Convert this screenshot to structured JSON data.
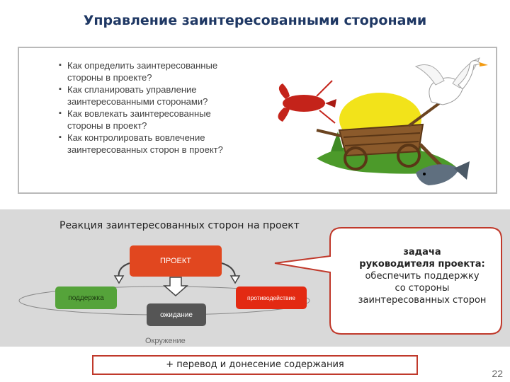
{
  "slide": {
    "title": "Управление заинтересованными сторонами",
    "questions": [
      "Как определить заинтересованные стороны в проекте?",
      "Как спланировать управление заинтересованными сторонами?",
      "Как вовлекать заинтересованные стороны в проект?",
      "Как контролировать вовлечение заинтересованных сторон в проект?"
    ],
    "reaction_title": "Реакция заинтересованных сторон на проект",
    "diagram": {
      "project": "ПРОЕКТ",
      "support": "поддержка",
      "counteraction": "противодействие",
      "waiting": "ожидание",
      "environment": "Окружение"
    },
    "callout": {
      "line1": "задача",
      "line2": "руководителя проекта:",
      "line3": "обеспечить поддержку",
      "line4": "со стороны",
      "line5": "заинтересованных сторон"
    },
    "summary": "+ перевод и донесение содержания",
    "page_number": "22"
  },
  "colors": {
    "title": "#1f3864",
    "project": "#e1471f",
    "support": "#55a33a",
    "counteraction": "#e32a12",
    "waiting": "#555555",
    "callout_border": "#c0392b"
  },
  "icons": [
    "swan-icon",
    "crayfish-icon",
    "pike-icon",
    "cart-icon"
  ]
}
